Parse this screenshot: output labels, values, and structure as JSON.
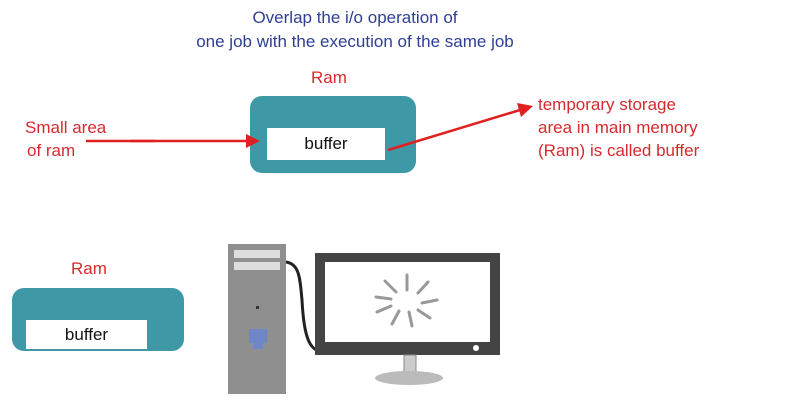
{
  "title": {
    "line1": "Overlap the i/o operation of",
    "line2": "one job with the execution of the same job"
  },
  "top": {
    "ram_label": "Ram",
    "buffer_label": "buffer",
    "left_note": [
      "Small area",
      "of ram"
    ],
    "right_note": [
      "temporary storage",
      "area in main memory",
      "(Ram) is called buffer"
    ]
  },
  "bottom": {
    "ram_label": "Ram",
    "buffer_label": "buffer"
  },
  "colors": {
    "title": "#2e3f94",
    "annotation": "#d62a2e",
    "ram": "#3f98a6"
  }
}
